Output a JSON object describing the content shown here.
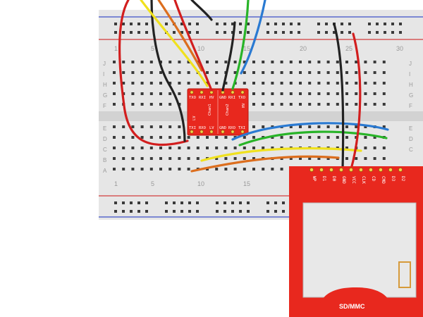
{
  "breadboard": {
    "column_numbers": [
      "1",
      "5",
      "10",
      "15",
      "20",
      "25",
      "30"
    ],
    "row_letters_top": [
      "J",
      "I",
      "H",
      "G",
      "F"
    ],
    "row_letters_bottom": [
      "E",
      "D",
      "C",
      "B",
      "A"
    ]
  },
  "level_shifter": {
    "top_pins": [
      "TXO",
      "RXI",
      "HV",
      "GND",
      "RXI",
      "TXO"
    ],
    "bottom_pins": [
      "TXI",
      "RXO",
      "LV",
      "GND",
      "RXO",
      "TXI"
    ],
    "side_left": "LV",
    "side_right": "HV",
    "chan1": "Chan1",
    "chan2": "Chan2"
  },
  "sd_module": {
    "pins": [
      "WP",
      "D1",
      "D0",
      "GND",
      "VCC",
      "CLK",
      "CD",
      "CMD",
      "D3",
      "D2"
    ],
    "card_label": "SD/MMC"
  },
  "colors": {
    "breadboard": "#e6e6e6",
    "board_red": "#e8281e",
    "wire_red": "#d21e1e",
    "wire_black": "#222222",
    "wire_yellow": "#f0e11e",
    "wire_orange": "#dc6e1e",
    "wire_green": "#28b428",
    "wire_blue": "#2a7ad2",
    "rail_red": "#d23c3c",
    "rail_blue": "#3c50c8"
  }
}
